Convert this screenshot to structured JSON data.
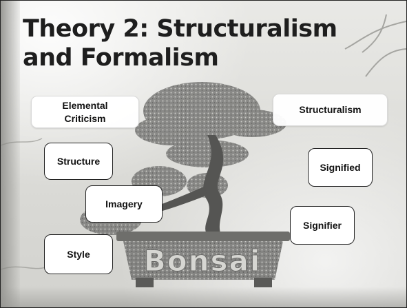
{
  "slide": {
    "title": "Theory 2: Structuralism and Formalism",
    "watermark": "Bonsai"
  },
  "labels": {
    "elemental_criticism": "Elemental Criticism",
    "structuralism": "Structuralism",
    "structure": "Structure",
    "imagery": "Imagery",
    "style": "Style",
    "signified": "Signified",
    "signifier": "Signifier"
  },
  "colors": {
    "title_text": "#1e1e1e",
    "box_fill": "#ffffff",
    "box_border": "#222222",
    "tree": "#6f6f6f",
    "pot": "#8a8a86"
  }
}
